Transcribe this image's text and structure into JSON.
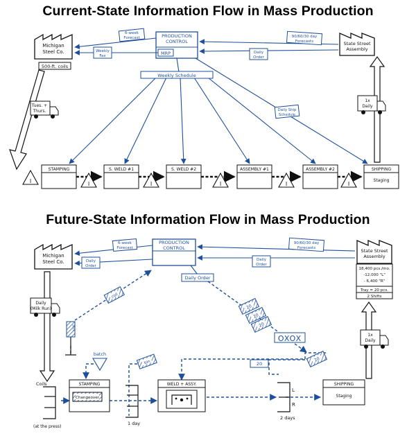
{
  "colors": {
    "blue": "#1d4f9c",
    "ink": "#111111",
    "background": "#ffffff",
    "data_hatch": "#3b64a8"
  },
  "current": {
    "title": "Current-State Information Flow in Mass Production",
    "production_control": {
      "line1": "PRODUCTION",
      "line2": "CONTROL",
      "mrp": "MRP"
    },
    "supplier": {
      "line1": "Michigan",
      "line2": "Steel Co.",
      "lot": "500-ft. coils",
      "ship_line1": "Tues. +",
      "ship_line2": "Thurs."
    },
    "customer": {
      "line1": "State Street",
      "line2": "Assembly",
      "ship_line1": "1x",
      "ship_line2": "Daily"
    },
    "flows": {
      "six_week_line1": "6-week",
      "six_week_line2": "Forecast",
      "weekly_fax_line1": "Weekly",
      "weekly_fax_line2": "Fax",
      "forecasts_line1": "90/60/30 day",
      "forecasts_line2": "Forecasts",
      "daily_order_line1": "Daily",
      "daily_order_line2": "Order",
      "weekly_schedule": "Weekly Schedule",
      "daily_ship_line1": "Daily Ship",
      "daily_ship_line2": "Schedule"
    },
    "inventory_symbol": "I",
    "processes": [
      {
        "name": "STAMPING",
        "sub": ""
      },
      {
        "name": "S. WELD #1",
        "sub": ""
      },
      {
        "name": "S. WELD #2",
        "sub": ""
      },
      {
        "name": "ASSEMBLY #1",
        "sub": ""
      },
      {
        "name": "ASSEMBLY #2",
        "sub": ""
      },
      {
        "name": "SHIPPING",
        "sub": "Staging"
      }
    ]
  },
  "future": {
    "title": "Future-State Information Flow in Mass Production",
    "production_control": {
      "line1": "PRODUCTION",
      "line2": "CONTROL"
    },
    "supplier": {
      "line1": "Michigan",
      "line2": "Steel Co.",
      "ship_line1": "Daily",
      "ship_line2": "(Milk Run)"
    },
    "customer": {
      "line1": "State Street",
      "line2": "Assembly",
      "ship_line1": "1x",
      "ship_line2": "Daily"
    },
    "customer_data": {
      "row1": "18,400 pcs./mo.",
      "row2": "-12,000 \"L\"",
      "row3": "- 6,400 \"R\"",
      "row4": "Tray = 20 pcs.",
      "row5": "2 Shifts"
    },
    "flows": {
      "six_week_line1": "6-week",
      "six_week_line2": "Forecast",
      "daily_order_left_line1": "Daily",
      "daily_order_left_line2": "Order",
      "forecasts_line1": "90/60/30 day",
      "forecasts_line2": "Forecasts",
      "daily_order_right_line1": "Daily",
      "daily_order_right_line2": "Order",
      "daily_order_box": "Daily Order"
    },
    "kanbans": {
      "coil": "coil",
      "batch": "batch",
      "bin": "bin",
      "k20": "20",
      "k20_staged": "20",
      "k20_card": "20",
      "coil_post": "coil"
    },
    "load_leveling": "OXOX",
    "processes": {
      "stamping": "STAMPING",
      "changeover": "Changeover",
      "weld": "WELD + ASSY.",
      "shipping": "SHIPPING",
      "staging": "Staging"
    },
    "supermarket_labels": {
      "coils": "Coils",
      "at_press": "(at the press)",
      "one_day": "1 day",
      "two_days": "2 days",
      "L": "L",
      "R": "R"
    }
  }
}
